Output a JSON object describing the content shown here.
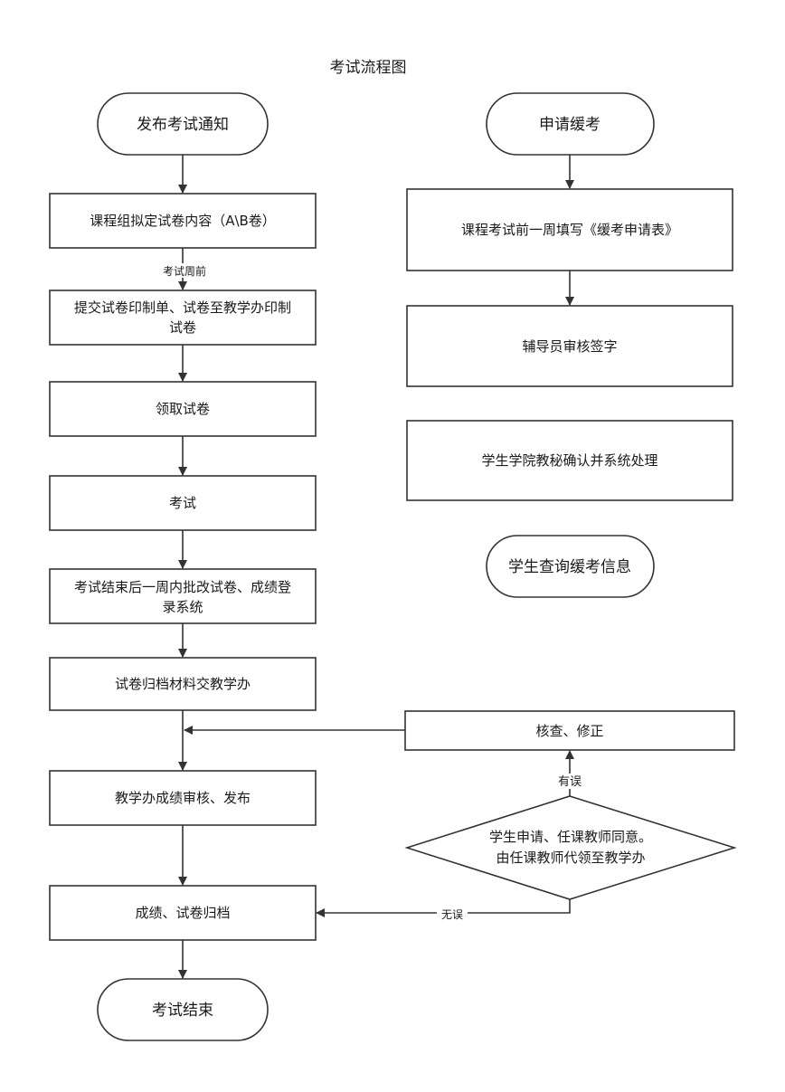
{
  "title": "考试流程图",
  "left_flow": {
    "start": "发布考试通知",
    "steps": [
      "课程组拟定试卷内容（A\\B卷）",
      [
        "提交试卷印制单、试卷至教学办印制",
        "试卷"
      ],
      "领取试卷",
      "考试",
      [
        "考试结束后一周内批改试卷、成绩登",
        "录系统"
      ],
      "试卷归档材料交教学办",
      "教学办成绩审核、发布",
      "成绩、试卷归档"
    ],
    "end": "考试结束",
    "edge_label_1": "考试周前"
  },
  "right_flow": {
    "start": "申请缓考",
    "steps": [
      "课程考试前一周填写《缓考申请表》",
      "辅导员审核签字",
      "学生学院教秘确认并系统处理"
    ],
    "end": "学生查询缓考信息"
  },
  "review": {
    "fix_box": "核查、修正",
    "decision": [
      "学生申请、任课教师同意。",
      "由任课教师代领至教学办"
    ],
    "yes_label": "有误",
    "no_label": "无误"
  },
  "colors": {
    "stroke": "#333333",
    "text": "#1a1a1a",
    "background": "#ffffff"
  }
}
